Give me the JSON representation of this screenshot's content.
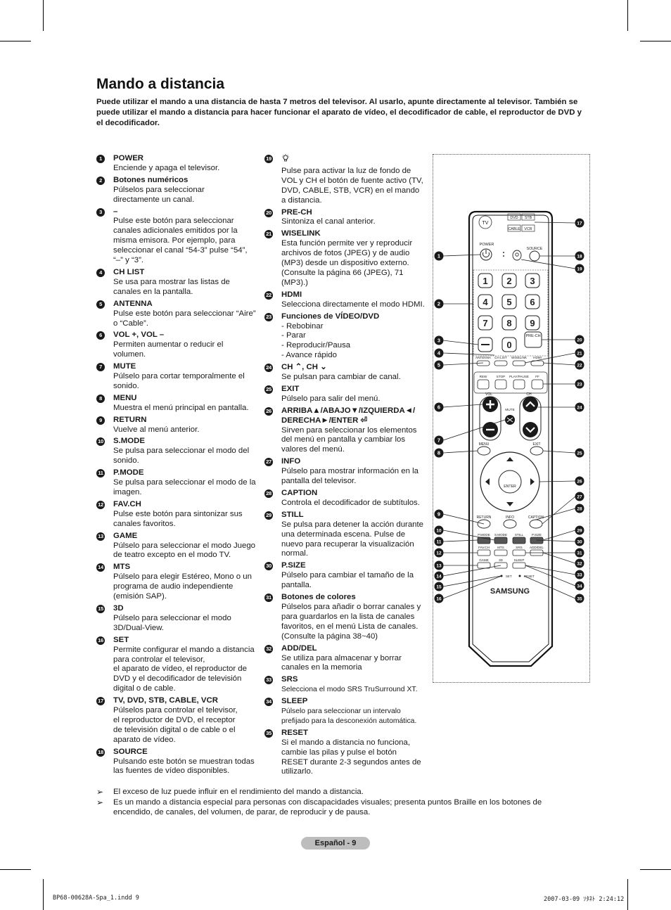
{
  "title": "Mando a distancia",
  "intro": "Puede utilizar el mando a una distancia de hasta 7 metros del televisor. Al usarlo, apunte directamente al televisor. También se puede utilizar el mando a distancia para hacer funcionar el aparato de vídeo, el decodificador de cable, el reproductor de DVD y el decodificador.",
  "column1": [
    {
      "num": "1",
      "title": "POWER",
      "desc": "Enciende y apaga el televisor."
    },
    {
      "num": "2",
      "title": "Botones numéricos",
      "desc": "Púlselos para seleccionar\ndirectamente un canal."
    },
    {
      "num": "3",
      "title": "–",
      "desc": "Pulse este botón para seleccionar canales adicionales emitidos por la misma emisora. Por ejemplo, para seleccionar el canal “54-3” pulse “54”, “–” y “3”."
    },
    {
      "num": "4",
      "title": "CH LIST",
      "desc": "Se usa para mostrar las listas de canales en la pantalla."
    },
    {
      "num": "5",
      "title": "ANTENNA",
      "desc": "Pulse este botón para seleccionar “Aire” o “Cable”."
    },
    {
      "num": "6",
      "title": "VOL +, VOL –",
      "desc": "Permiten aumentar o reducir el volumen."
    },
    {
      "num": "7",
      "title": "MUTE",
      "desc": "Púlselo para cortar temporalmente el sonido."
    },
    {
      "num": "8",
      "title": "MENU",
      "desc": "Muestra el menú principal en pantalla."
    },
    {
      "num": "9",
      "title": "RETURN",
      "desc": "Vuelve al menú anterior."
    },
    {
      "num": "10",
      "title": "S.MODE",
      "desc": "Se pulsa para seleccionar el modo del sonido."
    },
    {
      "num": "11",
      "title": "P.MODE",
      "desc": "Se pulsa para seleccionar el modo de la imagen."
    },
    {
      "num": "12",
      "title": "FAV.CH",
      "desc": "Pulse este botón para sintonizar sus canales favoritos."
    },
    {
      "num": "13",
      "title": "GAME",
      "desc": "Púlselo para seleccionar el modo Juego de teatro excepto en el modo TV."
    },
    {
      "num": "14",
      "title": "MTS",
      "desc": "Púlselo para elegir Estéreo, Mono o un programa de audio independiente (emisión SAP)."
    },
    {
      "num": "15",
      "title": "3D",
      "desc": "Púlselo para seleccionar el modo 3D/Dual-View."
    },
    {
      "num": "16",
      "title": "SET",
      "desc": "Permite configurar el mando a distancia para controlar el televisor,\nel aparato de vídeo, el reproductor de DVD y el decodificador de televisión digital o de cable."
    },
    {
      "num": "17",
      "title": "TV, DVD, STB, CABLE, VCR",
      "desc": "Púlselos para controlar el televisor,\nel reproductor de DVD, el receptor\nde televisión digital o de cable o el\naparato de vídeo."
    },
    {
      "num": "18",
      "title": "SOURCE",
      "desc": "Pulsando este botón se muestran todas las fuentes de vídeo disponibles."
    }
  ],
  "column2": [
    {
      "num": "19",
      "title": "",
      "desc": "Pulse para activar la luz de fondo de VOL y CH el botón de fuente activo (TV, DVD, CABLE, STB, VCR) en el mando a distancia."
    },
    {
      "num": "20",
      "title": "PRE-CH",
      "desc": "Sintoniza el canal anterior."
    },
    {
      "num": "21",
      "title": "WISELINK",
      "desc": "Esta función permite ver y reproducir archivos de fotos (JPEG) y de audio (MP3) desde un dispositivo externo. (Consulte la página 66 (JPEG), 71 (MP3).)"
    },
    {
      "num": "22",
      "title": "HDMI",
      "desc": "Selecciona directamente el modo HDMI."
    },
    {
      "num": "23",
      "title": "Funciones de VÍDEO/DVD",
      "desc": "-  Rebobinar\n-  Parar\n-  Reproducir/Pausa\n-  Avance rápido"
    },
    {
      "num": "24",
      "title": "CH ⌃, CH ⌄",
      "desc": "Se pulsan para cambiar de canal."
    },
    {
      "num": "25",
      "title": "EXIT",
      "desc": "Púlselo para salir del menú."
    },
    {
      "num": "26",
      "title": "ARRIBA▲/ABAJO▼/IZQUIERDA◄/ DERECHA►/ENTER ⏎",
      "desc": "Sirven para seleccionar los elementos del menú en pantalla y cambiar los valores del menú."
    },
    {
      "num": "27",
      "title": "INFO",
      "desc": "Púlselo para mostrar información en la pantalla del televisor."
    },
    {
      "num": "28",
      "title": "CAPTION",
      "desc": "Controla el decodificador de subtítulos."
    },
    {
      "num": "29",
      "title": "STILL",
      "desc": "Se pulsa para detener la acción durante una determinada escena. Pulse de nuevo para recuperar la visualización normal."
    },
    {
      "num": "30",
      "title": "P.SIZE",
      "desc": "Púlselo para cambiar el tamaño de la pantalla."
    },
    {
      "num": "31",
      "title": "Botones de colores",
      "desc": "Púlselos para añadir o borrar canales y para guardarlos en la lista de canales favoritos, en el menú Lista de canales. (Consulte la página 38~40)"
    },
    {
      "num": "32",
      "title": "ADD/DEL",
      "desc": "Se utiliza para almacenar y borrar canales en la memoria"
    },
    {
      "num": "33",
      "title": "SRS",
      "desc": "Selecciona el modo SRS TruSurround XT.",
      "small": true
    },
    {
      "num": "34",
      "title": "SLEEP",
      "desc": "Púlselo para seleccionar un intervalo prefijado para la desconexión automática.",
      "small": true
    },
    {
      "num": "35",
      "title": "RESET",
      "desc": "Si el mando a distancia no funciona, cambie las pilas y pulse el botón RESET durante 2-3 segundos antes de utilizarlo."
    }
  ],
  "remote": {
    "modes": [
      "TV",
      "DVD",
      "STB",
      "CABLE",
      "VCR"
    ],
    "labels": {
      "power": "POWER",
      "source": "SOURCE",
      "prech": "PRE-CH",
      "antenna": "ANTENNA",
      "chlist": "CH LIST",
      "wiselink": "WISELINK",
      "hdmi": "HDMI",
      "rew": "REW",
      "stop": "STOP",
      "playpause": "PLAY/PAUSE",
      "ff": "FF",
      "vol": "VOL",
      "ch": "CH",
      "mute": "MUTE",
      "menu": "MENU",
      "exit": "EXIT",
      "enter": "ENTER",
      "return": "RETURN",
      "info": "INFO",
      "caption": "CAPTION",
      "pmode": "P.MODE",
      "smode": "S.MODE",
      "still": "STILL",
      "psize": "P.SIZE",
      "favch": "FAV.CH",
      "mts": "MTS",
      "srs": "SRS",
      "adddel": "ADD/DEL",
      "game": "GAME",
      "threed": "3D",
      "sleep": "SLEEP",
      "set": "SET",
      "reset": "RESET",
      "brand": "SAMSUNG"
    },
    "digits": [
      "1",
      "2",
      "3",
      "4",
      "5",
      "6",
      "7",
      "8",
      "9",
      "0"
    ],
    "callouts_left": [
      "1",
      "2",
      "3",
      "4",
      "5",
      "6",
      "7",
      "8",
      "9",
      "10",
      "11",
      "12",
      "13",
      "14",
      "15",
      "16"
    ],
    "callouts_right": [
      "17",
      "18",
      "19",
      "20",
      "21",
      "22",
      "23",
      "24",
      "25",
      "26",
      "27",
      "28",
      "29",
      "30",
      "31",
      "32",
      "33",
      "34",
      "35"
    ]
  },
  "notes": [
    "El exceso de luz puede influir en el rendimiento del mando a distancia.",
    "Es un mando a distancia especial para personas con discapacidades visuales; presenta puntos Braille en los botones de encendido, de canales, del volumen, de parar, de reproducir y de pausa."
  ],
  "note_marker": "➢",
  "page_label": "Español - 9",
  "footer_left": "BP68-00628A-Spa_1.indd   9",
  "footer_right": "2007-03-09   ｿﾀﾈﾄ 2:24:12"
}
